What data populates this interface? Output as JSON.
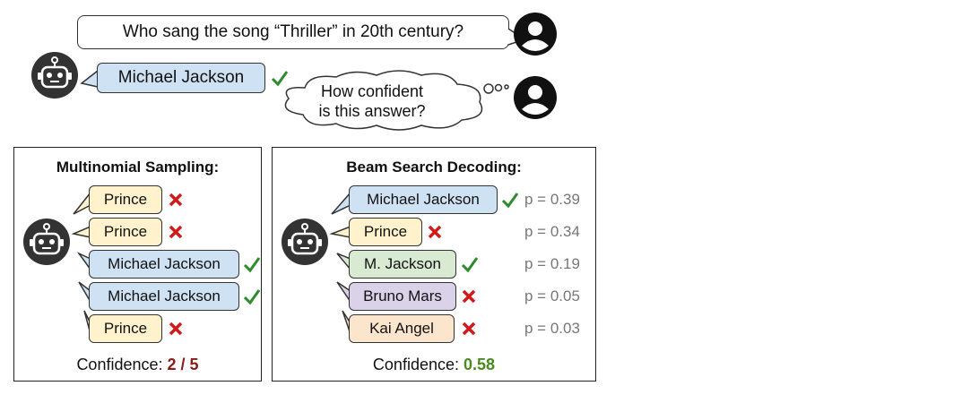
{
  "question": "Who sang the song “Thriller” in 20th century?",
  "answer": "Michael Jackson",
  "thought_line1": "How confident",
  "thought_line2": "is this answer?",
  "left_panel": {
    "title": "Multinomial Sampling:",
    "samples": [
      {
        "label": "Prince",
        "correct": false
      },
      {
        "label": "Prince",
        "correct": false
      },
      {
        "label": "Michael Jackson",
        "correct": true
      },
      {
        "label": "Michael Jackson",
        "correct": true
      },
      {
        "label": "Prince",
        "correct": false
      }
    ],
    "confidence_label": "Confidence:",
    "confidence_value": "2 / 5"
  },
  "right_panel": {
    "title": "Beam Search Decoding:",
    "beams": [
      {
        "label": "Michael Jackson",
        "correct": true,
        "prob": "p = 0.39"
      },
      {
        "label": "Prince",
        "correct": false,
        "prob": "p = 0.34"
      },
      {
        "label": "M. Jackson",
        "correct": true,
        "prob": "p = 0.19"
      },
      {
        "label": "Bruno Mars",
        "correct": false,
        "prob": "p = 0.05"
      },
      {
        "label": "Kai Angel",
        "correct": false,
        "prob": "p = 0.03"
      }
    ],
    "confidence_label": "Confidence:",
    "confidence_value": "0.58"
  },
  "colors": {
    "check": "#2e8b2e",
    "cross": "#d11a1a",
    "left_conf": "#8b1a1a",
    "right_conf": "#4a8a1f",
    "blue": "#cfe2f3",
    "yellow": "#fff2cc",
    "green": "#d9ead3",
    "purple": "#d9d2e9",
    "orange": "#fce5cd"
  },
  "icons": [
    "robot-icon",
    "user-icon",
    "check-icon",
    "cross-icon"
  ]
}
